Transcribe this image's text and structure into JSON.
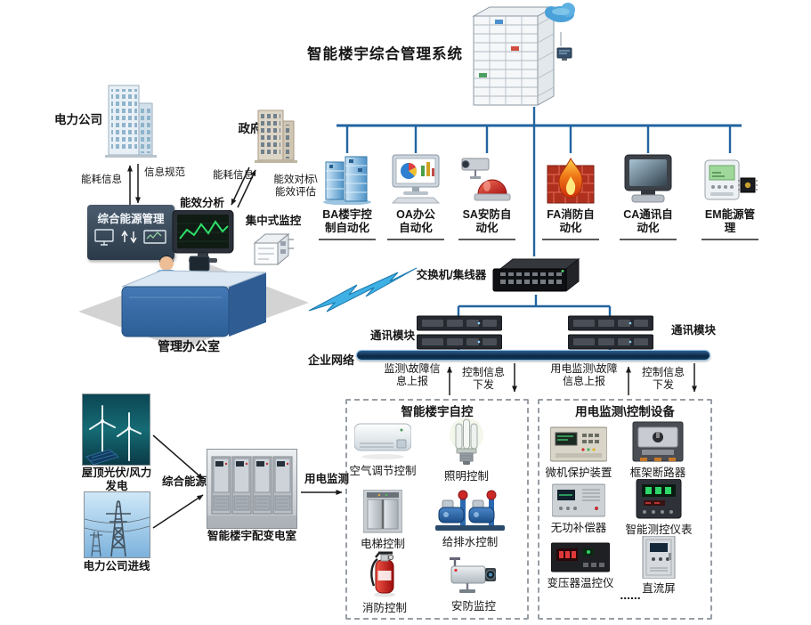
{
  "title": "智能楼宇综合管理系统",
  "subsystems": [
    {
      "icon": "ba-servers-icon",
      "label": "BA楼宇控\n制自动化"
    },
    {
      "icon": "oa-monitor-icon",
      "label": "OA办公\n自动化"
    },
    {
      "icon": "sa-alarm-icon",
      "label": "SA安防自\n动化"
    },
    {
      "icon": "fa-firewall-icon",
      "label": "FA消防自\n动化"
    },
    {
      "icon": "ca-monitor-icon",
      "label": "CA通讯自\n动化"
    },
    {
      "icon": "em-meter-icon",
      "label": "EM能源管\n理"
    }
  ],
  "network": {
    "switch_label": "交换机/集线器",
    "comm_module_left": "通讯模块",
    "comm_module_right": "通讯模块",
    "enterprise_label": "企业网络"
  },
  "flows": {
    "monitor_report": "监测\\故障信\n息上报",
    "control_down_left": "控制信息\n下发",
    "power_monitor_report": "用电监测\\故障\n信息上报",
    "control_down_right": "控制信息\n下发"
  },
  "office": {
    "power_company": "电力公司",
    "government": "政府",
    "energy_info_left": "能耗信息",
    "info_standard": "信息规范",
    "energy_info_right": "能耗信息",
    "benchmark": "能效对标\\\n能效评估",
    "energy_mgmt_box": "综合能源管理",
    "efficiency_analysis": "能效分析",
    "central_monitor": "集中式监控",
    "office_label": "管理办公室"
  },
  "power": {
    "pv_wind": "屋顶光伏/风力\n发电",
    "grid_line": "电力公司进线",
    "integrated_energy": "综合能源",
    "substation": "智能楼宇配变电室",
    "power_monitoring": "用电监测"
  },
  "building_control": {
    "title": "智能楼宇自控",
    "items": [
      {
        "icon": "air-conditioner-icon",
        "label": "空气调节控制"
      },
      {
        "icon": "lamp-icon",
        "label": "照明控制"
      },
      {
        "icon": "elevator-icon",
        "label": "电梯控制"
      },
      {
        "icon": "pump-icon",
        "label": "给排水控制"
      },
      {
        "icon": "fire-extinguisher-icon",
        "label": "消防控制"
      },
      {
        "icon": "cctv-icon",
        "label": "安防监控"
      }
    ]
  },
  "power_devices": {
    "title": "用电监测\\控制设备",
    "items": [
      {
        "icon": "relay-protection-icon",
        "label": "微机保护装置"
      },
      {
        "icon": "frame-breaker-icon",
        "label": "框架断路器"
      },
      {
        "icon": "compensator-icon",
        "label": "无功补偿器"
      },
      {
        "icon": "smart-meter-icon",
        "label": "智能测控仪表"
      },
      {
        "icon": "temp-controller-icon",
        "label": "变压器温控仪"
      },
      {
        "icon": "dc-panel-icon",
        "label": "直流屏"
      }
    ],
    "ellipsis": "......"
  },
  "colors": {
    "bus_line": "#2264a0",
    "arrow": "#1a1a1a",
    "dashed_border": "#989ea6",
    "lightning": "#3fb0e4"
  }
}
